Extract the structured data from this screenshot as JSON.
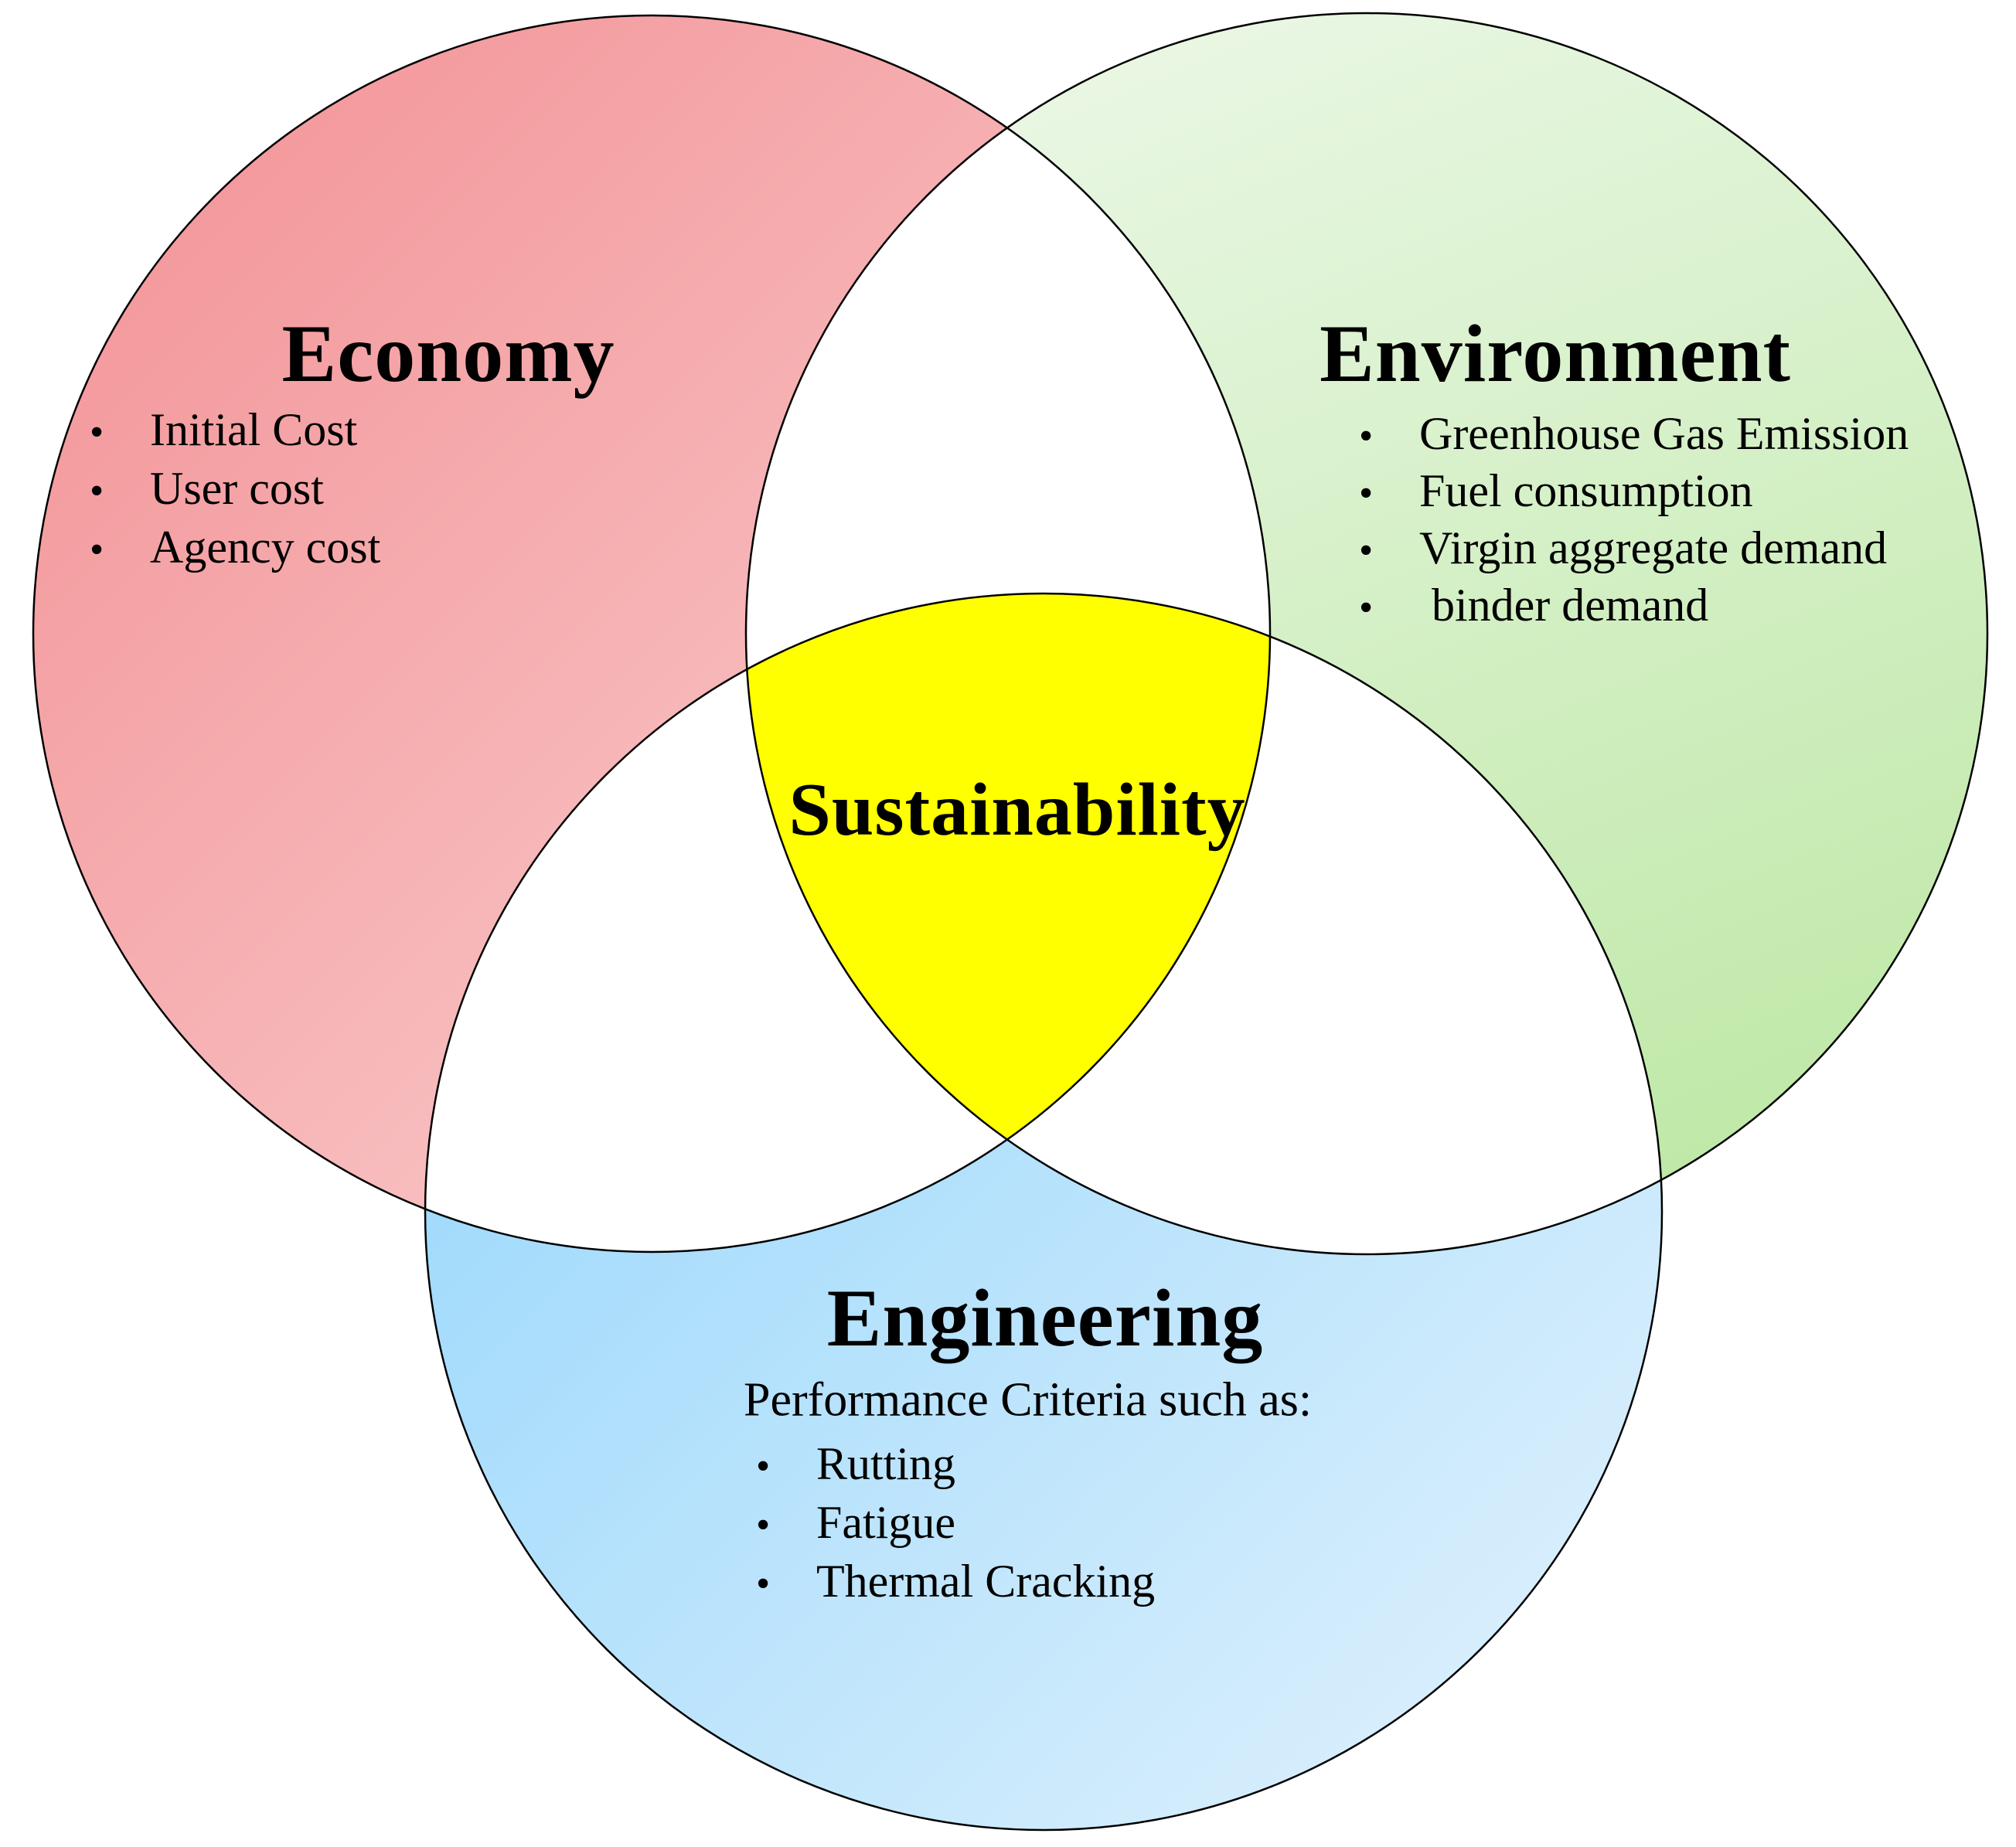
{
  "diagram": {
    "bullet": "•",
    "colors": {
      "economy": [
        "#F29094",
        "#FBD6D6"
      ],
      "environment": [
        "#EAF7E5",
        "#BEE8A6"
      ],
      "engineering": [
        "#8CD3FB",
        "#E3F2FD"
      ],
      "sustainability": "#FFFF00",
      "outline": "#000000"
    },
    "economy": {
      "title": "Economy",
      "items": [
        "Initial Cost",
        "User cost",
        "Agency cost"
      ]
    },
    "environment": {
      "title": "Environment",
      "items": [
        "Greenhouse Gas Emission",
        "Fuel consumption",
        "Virgin aggregate demand",
        "binder demand"
      ]
    },
    "engineering": {
      "title": "Engineering",
      "subtitle": "Performance Criteria such as:",
      "items": [
        "Rutting",
        "Fatigue",
        "Thermal Cracking"
      ]
    },
    "center": {
      "label": "Sustainability"
    }
  }
}
